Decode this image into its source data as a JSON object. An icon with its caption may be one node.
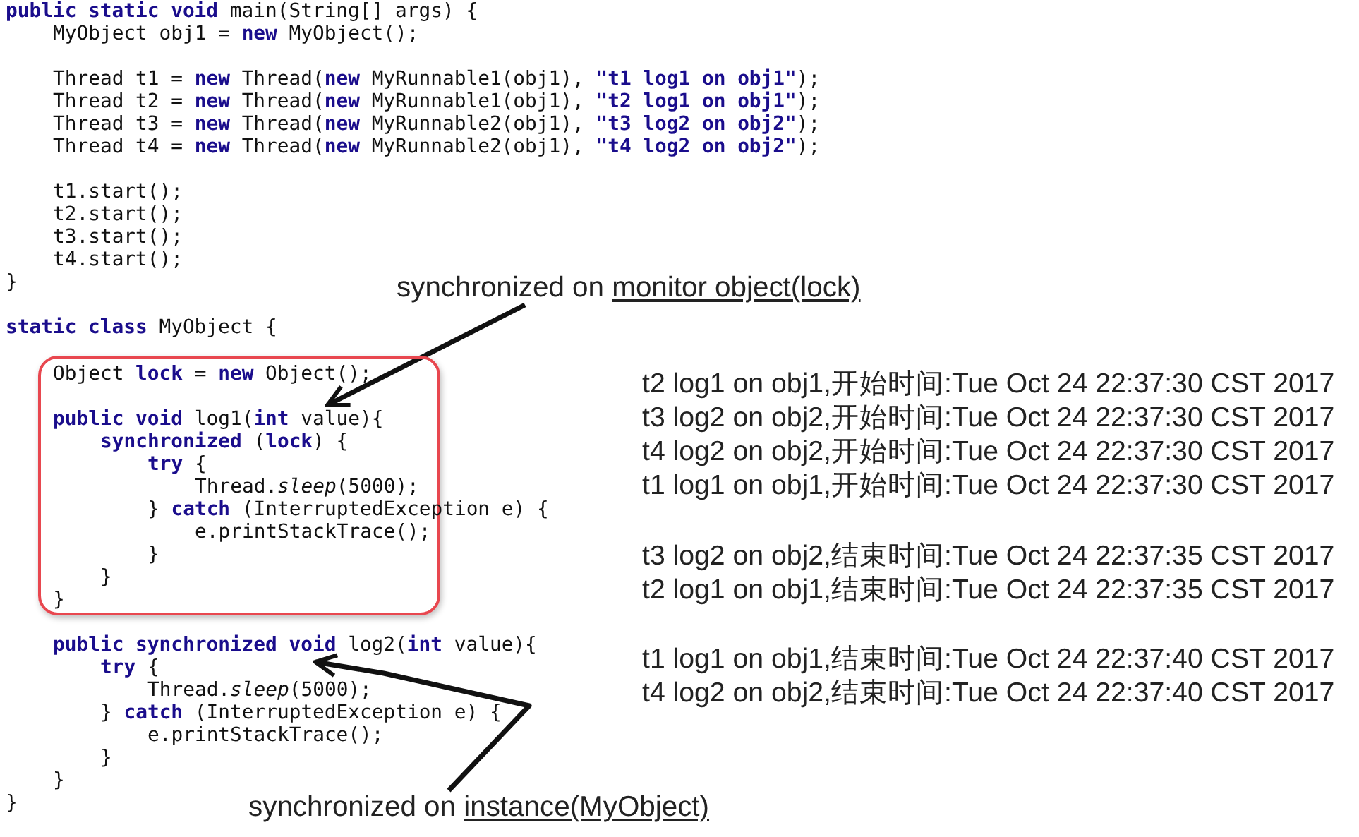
{
  "diagram": {
    "nodes": [
      {
        "text": [
          "Object **lock** = **new** Object();",
          "**public void** log1(**int** value){",
          "**synchronized** (**lock**) {",
          "**try** {",
          "Thread.*sleep*(5000);",
          "} **catch** (InterruptedException e) {",
          "e.printStackTrace();",
          "}",
          "}",
          "}"
        ]
      },
      {
        "text": [
          "synchronized on",
          "monitor object(lock)"
        ]
      },
      {
        "text": [
          "synchronized on",
          "instance(MyObject)"
        ]
      },
      {
        "text": [
          "**public synchronized void** log2(**int** value){"
        ]
      }
    ],
    "edges": [
      {
        "from": 1,
        "to": 0,
        "arrow": "to"
      },
      {
        "from": 2,
        "to": 3,
        "arrow": "to"
      }
    ],
    "labels": [
      "**public static void** main(String[] args) {",
      "MyObject obj1 = **new** MyObject();",
      "Thread t1 = **new** Thread(**new** MyRunnable1(obj1), **\"t1 log1 on obj1\"**);",
      "Thread t2 = **new** Thread(**new** MyRunnable1(obj1), **\"t2 log1 on obj1\"**);",
      "Thread t3 = **new** Thread(**new** MyRunnable2(obj1), **\"t3 log2 on obj2\"**);",
      "Thread t4 = **new** Thread(**new** MyRunnable2(obj1), **\"t4 log2 on obj2\"**);",
      "t1.start();",
      "t2.start();",
      "t3.start();",
      "t4.start();",
      "}",
      "**static class** MyObject {",
      "**try** {",
      "Thread.*sleep*(5000);",
      "} **catch** (InterruptedException e) {",
      "e.printStackTrace();",
      "}",
      "}",
      "}",
      "t2 log1 on obj1,开始时间:Tue Oct 24 22:37:30 CST 2017",
      "t3 log2 on obj2,开始时间:Tue Oct 24 22:37:30 CST 2017",
      "t4 log2 on obj2,开始时间:Tue Oct 24 22:37:30 CST 2017",
      "t1 log1 on obj1,开始时间:Tue Oct 24 22:37:30 CST 2017",
      "t3 log2 on obj2,结束时间:Tue Oct 24 22:37:35 CST 2017",
      "t2 log1 on obj1,结束时间:Tue Oct 24 22:37:35 CST 2017",
      "t1 log1 on obj1,结束时间:Tue Oct 24 22:37:40 CST 2017",
      "t4 log2 on obj2,结束时间:Tue Oct 24 22:37:40 CST 2017"
    ]
  }
}
